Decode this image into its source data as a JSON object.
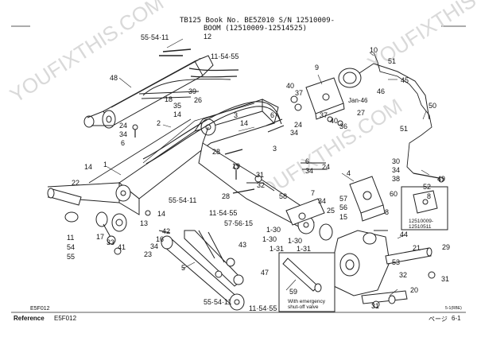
{
  "header": {
    "line1": "TB125  Book No. BE5Z010  S/N  12510009-",
    "line2": "BOOM (12510009-12514525)"
  },
  "footer": {
    "code_small": "E5F012",
    "reference_label": "Reference",
    "reference_code": "E5F012",
    "small_code_right": "5-1(RBE)",
    "page_label": "ページ",
    "page_number": "6-1"
  },
  "watermark": {
    "text": "YOUFIXTHIS.COM"
  },
  "insets": {
    "emergency_valve_note_line1": "With emergency",
    "emergency_valve_note_line2": "shut-off valve",
    "serial_box_line1": "12510009-",
    "serial_box_line2": "12510511",
    "jan_label": "Jan-46"
  },
  "callouts": {
    "c01": "55·54·11",
    "c02": "12",
    "c03": "11·54·55",
    "c04": "48",
    "c05": "39",
    "c06": "18",
    "c07": "26",
    "c08": "35",
    "c09": "14",
    "c10": "24",
    "c11": "34",
    "c12": "6",
    "c13": "2",
    "c14": "3",
    "c15": "14",
    "c16": "6",
    "c17": "24",
    "c18": "34",
    "c19": "9",
    "c20": "40",
    "c21": "37",
    "c22": "46",
    "c23": "10",
    "c24": "51",
    "c25": "45",
    "c26": "50",
    "c27": "51",
    "c28": "37",
    "c29": "40",
    "c30": "36",
    "c31": "27",
    "c32": "28",
    "c33": "19",
    "c34": "3",
    "c35": "30",
    "c36": "34",
    "c37": "38",
    "c38": "49",
    "c39": "52",
    "c40": "14",
    "c41": "1",
    "c42": "22",
    "c43": "55·54·11",
    "c44": "6",
    "c45": "24",
    "c46": "34",
    "c47": "31",
    "c48": "32",
    "c49": "4",
    "c50": "60",
    "c51": "8",
    "c52": "28",
    "c53": "58",
    "c54": "7",
    "c55": "34",
    "c56": "25",
    "c57": "57",
    "c58": "56",
    "c59": "15",
    "c60": "8",
    "c61": "14",
    "c62": "11·54·55",
    "c63": "57·56·15",
    "c64": "1-30",
    "c65": "1-31",
    "c66": "1-30",
    "c67": "1-31",
    "c68": "11",
    "c69": "54",
    "c70": "55",
    "c71": "17",
    "c72": "33",
    "c73": "41",
    "c74": "13",
    "c75": "42",
    "c76": "16",
    "c77": "34",
    "c78": "23",
    "c79": "5",
    "c80": "43",
    "c81": "47",
    "c82": "59",
    "c83": "55·54·11",
    "c84": "11·54·55",
    "c85": "44",
    "c86": "21",
    "c87": "29",
    "c88": "32",
    "c89": "31",
    "c90": "20",
    "c91": "31",
    "c92": "53",
    "c93": "1-30"
  }
}
